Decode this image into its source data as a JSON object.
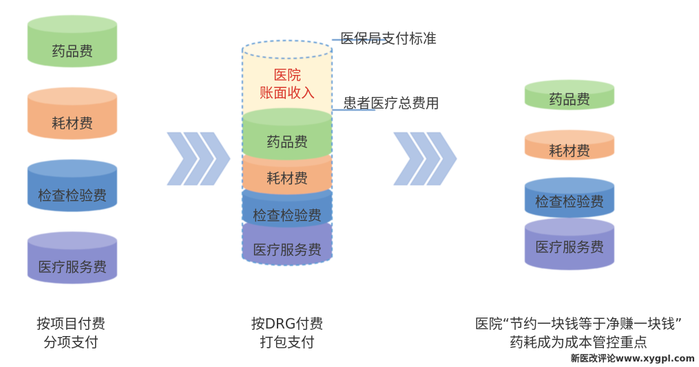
{
  "left_stack": {
    "items": [
      {
        "label": "药品费",
        "color": "#a6d68f"
      },
      {
        "label": "耗材费",
        "color": "#f4b183"
      },
      {
        "label": "检查检验费",
        "color": "#5b8ec9"
      },
      {
        "label": "医疗服务费",
        "color": "#8a8fcf"
      }
    ],
    "caption_line1": "按项目付费",
    "caption_line2": "分项支付"
  },
  "middle_stack": {
    "callout_top": "医保局支付标准",
    "callout_mid": "患者医疗总费用",
    "revenue_line1": "医院",
    "revenue_line2": "账面收入",
    "items": [
      {
        "label": "药品费",
        "color": "#a6d68f"
      },
      {
        "label": "耗材费",
        "color": "#f4b183"
      },
      {
        "label": "检查检验费",
        "color": "#5b8ec9"
      },
      {
        "label": "医疗服务费",
        "color": "#8a8fcf"
      }
    ],
    "caption_line1": "按DRG付费",
    "caption_line2": "打包支付"
  },
  "right_stack": {
    "items": [
      {
        "label": "药品费",
        "color": "#a6d68f"
      },
      {
        "label": "耗材费",
        "color": "#f4b183"
      },
      {
        "label": "检查检验费",
        "color": "#5b8ec9"
      },
      {
        "label": "医疗服务费",
        "color": "#8a8fcf"
      }
    ],
    "caption_line1": "医院“节约一块钱等于净赚一块钱”",
    "caption_line2": "药耗成为成本管控重点"
  },
  "colors": {
    "arrow": "#b3c6e6",
    "revenue_fill": "#fff4d6",
    "dashed_outline": "#5b9bd5",
    "callout_line": "#5b8ec9",
    "revenue_text": "#d9362b"
  },
  "footer": "新医改评论www.xygpl.com"
}
